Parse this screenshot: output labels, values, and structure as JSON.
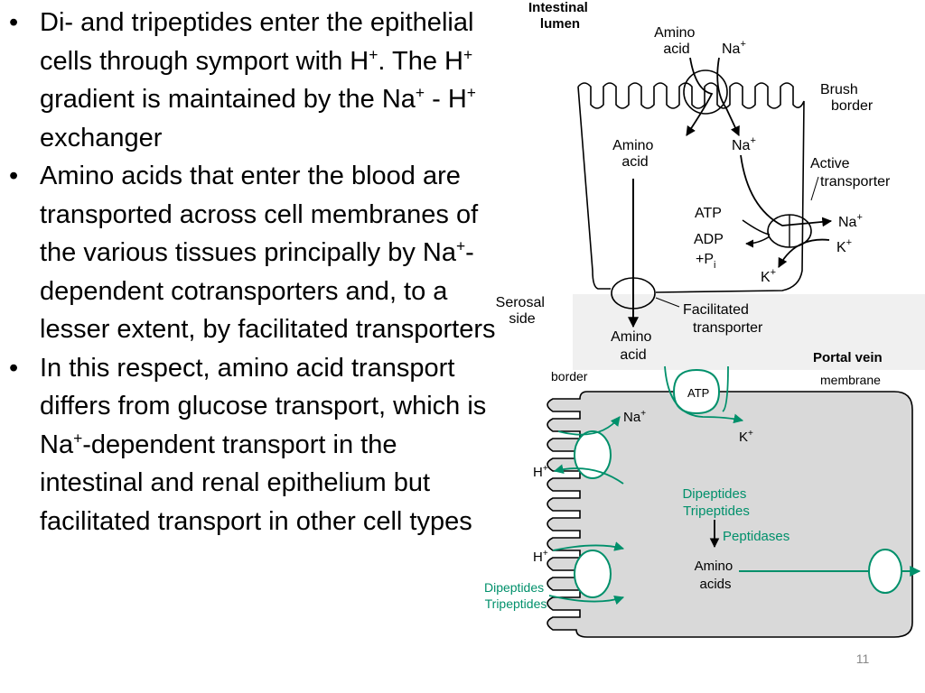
{
  "slide": {
    "bullets": [
      {
        "parts": [
          {
            "t": "Di- and tripeptides enter the epithelial cells through symport with H"
          },
          {
            "t": "+",
            "sup": true
          },
          {
            "t": ". The H"
          },
          {
            "t": "+",
            "sup": true
          },
          {
            "t": " gradient is maintained by the Na"
          },
          {
            "t": "+",
            "sup": true
          },
          {
            "t": " - H"
          },
          {
            "t": "+",
            "sup": true
          },
          {
            "t": " exchanger"
          }
        ]
      },
      {
        "parts": [
          {
            "t": "Amino acids that enter the blood are transported across cell membranes of the various tissues principally by Na"
          },
          {
            "t": "+",
            "sup": true
          },
          {
            "t": "-dependent cotransporters and, to a lesser extent, by facilitated transporters"
          }
        ]
      },
      {
        "parts": [
          {
            "t": "In this respect, amino acid transport differs from glucose transport, which is Na"
          },
          {
            "t": "+",
            "sup": true
          },
          {
            "t": "-dependent transport in the intestinal and renal epithelium but facilitated transport in other cell types"
          }
        ]
      }
    ],
    "slide_number": "11"
  },
  "top_diagram": {
    "intestinal_lumen": [
      "Intestinal",
      "lumen"
    ],
    "amino_acid_in": [
      "Amino",
      "acid"
    ],
    "na_in": {
      "base": "Na",
      "sup": "+"
    },
    "brush_border": [
      "Brush",
      "border"
    ],
    "amino_acid_cell": [
      "Amino",
      "acid"
    ],
    "na_cell": {
      "base": "Na",
      "sup": "+"
    },
    "active_transporter": [
      "Active",
      "transporter"
    ],
    "atp": "ATP",
    "adp": "ADP",
    "pi": {
      "base": "+P",
      "sub": "i"
    },
    "na_out": {
      "base": "Na",
      "sup": "+"
    },
    "k_out": {
      "base": "K",
      "sup": "+"
    },
    "k_in": {
      "base": "K",
      "sup": "+"
    },
    "serosal_side": [
      "Serosal",
      "side"
    ],
    "facilitated_transporter": [
      "Facilitated",
      "transporter"
    ],
    "amino_acid_blood": [
      "Amino",
      "acid"
    ],
    "portal_vein": "Portal vein"
  },
  "bottom_diagram": {
    "border": "border",
    "membrane": "membrane",
    "atp": "ATP",
    "na": {
      "base": "Na",
      "sup": "+"
    },
    "k": {
      "base": "K",
      "sup": "+"
    },
    "h1": {
      "base": "H",
      "sup": "+"
    },
    "h2": {
      "base": "H",
      "sup": "+"
    },
    "dipeptides_in": [
      "Dipeptides",
      "Tripeptides"
    ],
    "dipeptides_lumen": [
      "Dipeptides",
      "Tripeptides"
    ],
    "peptidases": "Peptidases",
    "amino_acids": [
      "Amino",
      "acids"
    ]
  },
  "colors": {
    "teal": "#00906B",
    "cell_fill": "#D9D9D9",
    "panel_bg": "#F0F0F0"
  }
}
